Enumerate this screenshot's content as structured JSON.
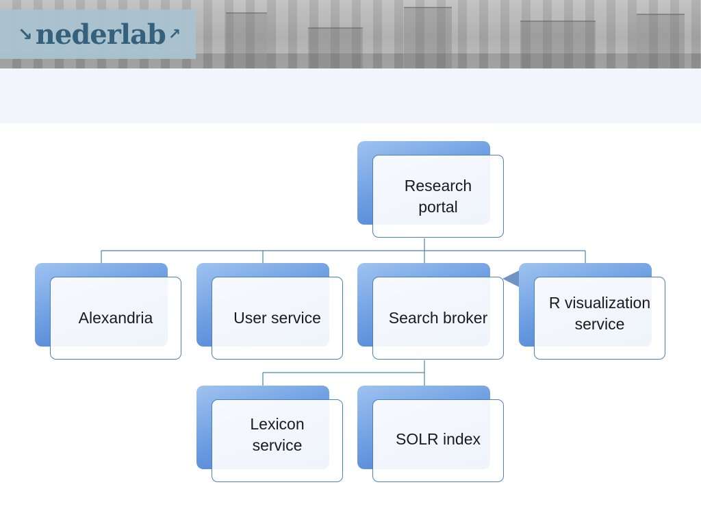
{
  "header": {
    "logo_text": "nederlab",
    "logo_arrow_left": "↘",
    "logo_arrow_right": "↗"
  },
  "colors": {
    "accent_dark": "#3f78cc",
    "accent_light": "#9fc3f0",
    "border": "#4a7fc0",
    "connector": "#4d7fb5"
  },
  "diagram": {
    "nodes": [
      {
        "id": "research-portal",
        "label": "Research\nportal"
      },
      {
        "id": "alexandria",
        "label": "Alexandria"
      },
      {
        "id": "user-service",
        "label": "User service"
      },
      {
        "id": "search-broker",
        "label": "Search broker"
      },
      {
        "id": "r-visualization",
        "label": "R visualization\nservice"
      },
      {
        "id": "lexicon-service",
        "label": "Lexicon\nservice"
      },
      {
        "id": "solr-index",
        "label": "SOLR index"
      }
    ],
    "edges": [
      {
        "from": "research-portal",
        "to": "alexandria"
      },
      {
        "from": "research-portal",
        "to": "user-service"
      },
      {
        "from": "research-portal",
        "to": "search-broker"
      },
      {
        "from": "research-portal",
        "to": "r-visualization"
      },
      {
        "from": "search-broker",
        "to": "lexicon-service"
      },
      {
        "from": "search-broker",
        "to": "solr-index"
      },
      {
        "from": "search-broker",
        "to": "r-visualization",
        "type": "bidirectional-arrow"
      }
    ]
  }
}
